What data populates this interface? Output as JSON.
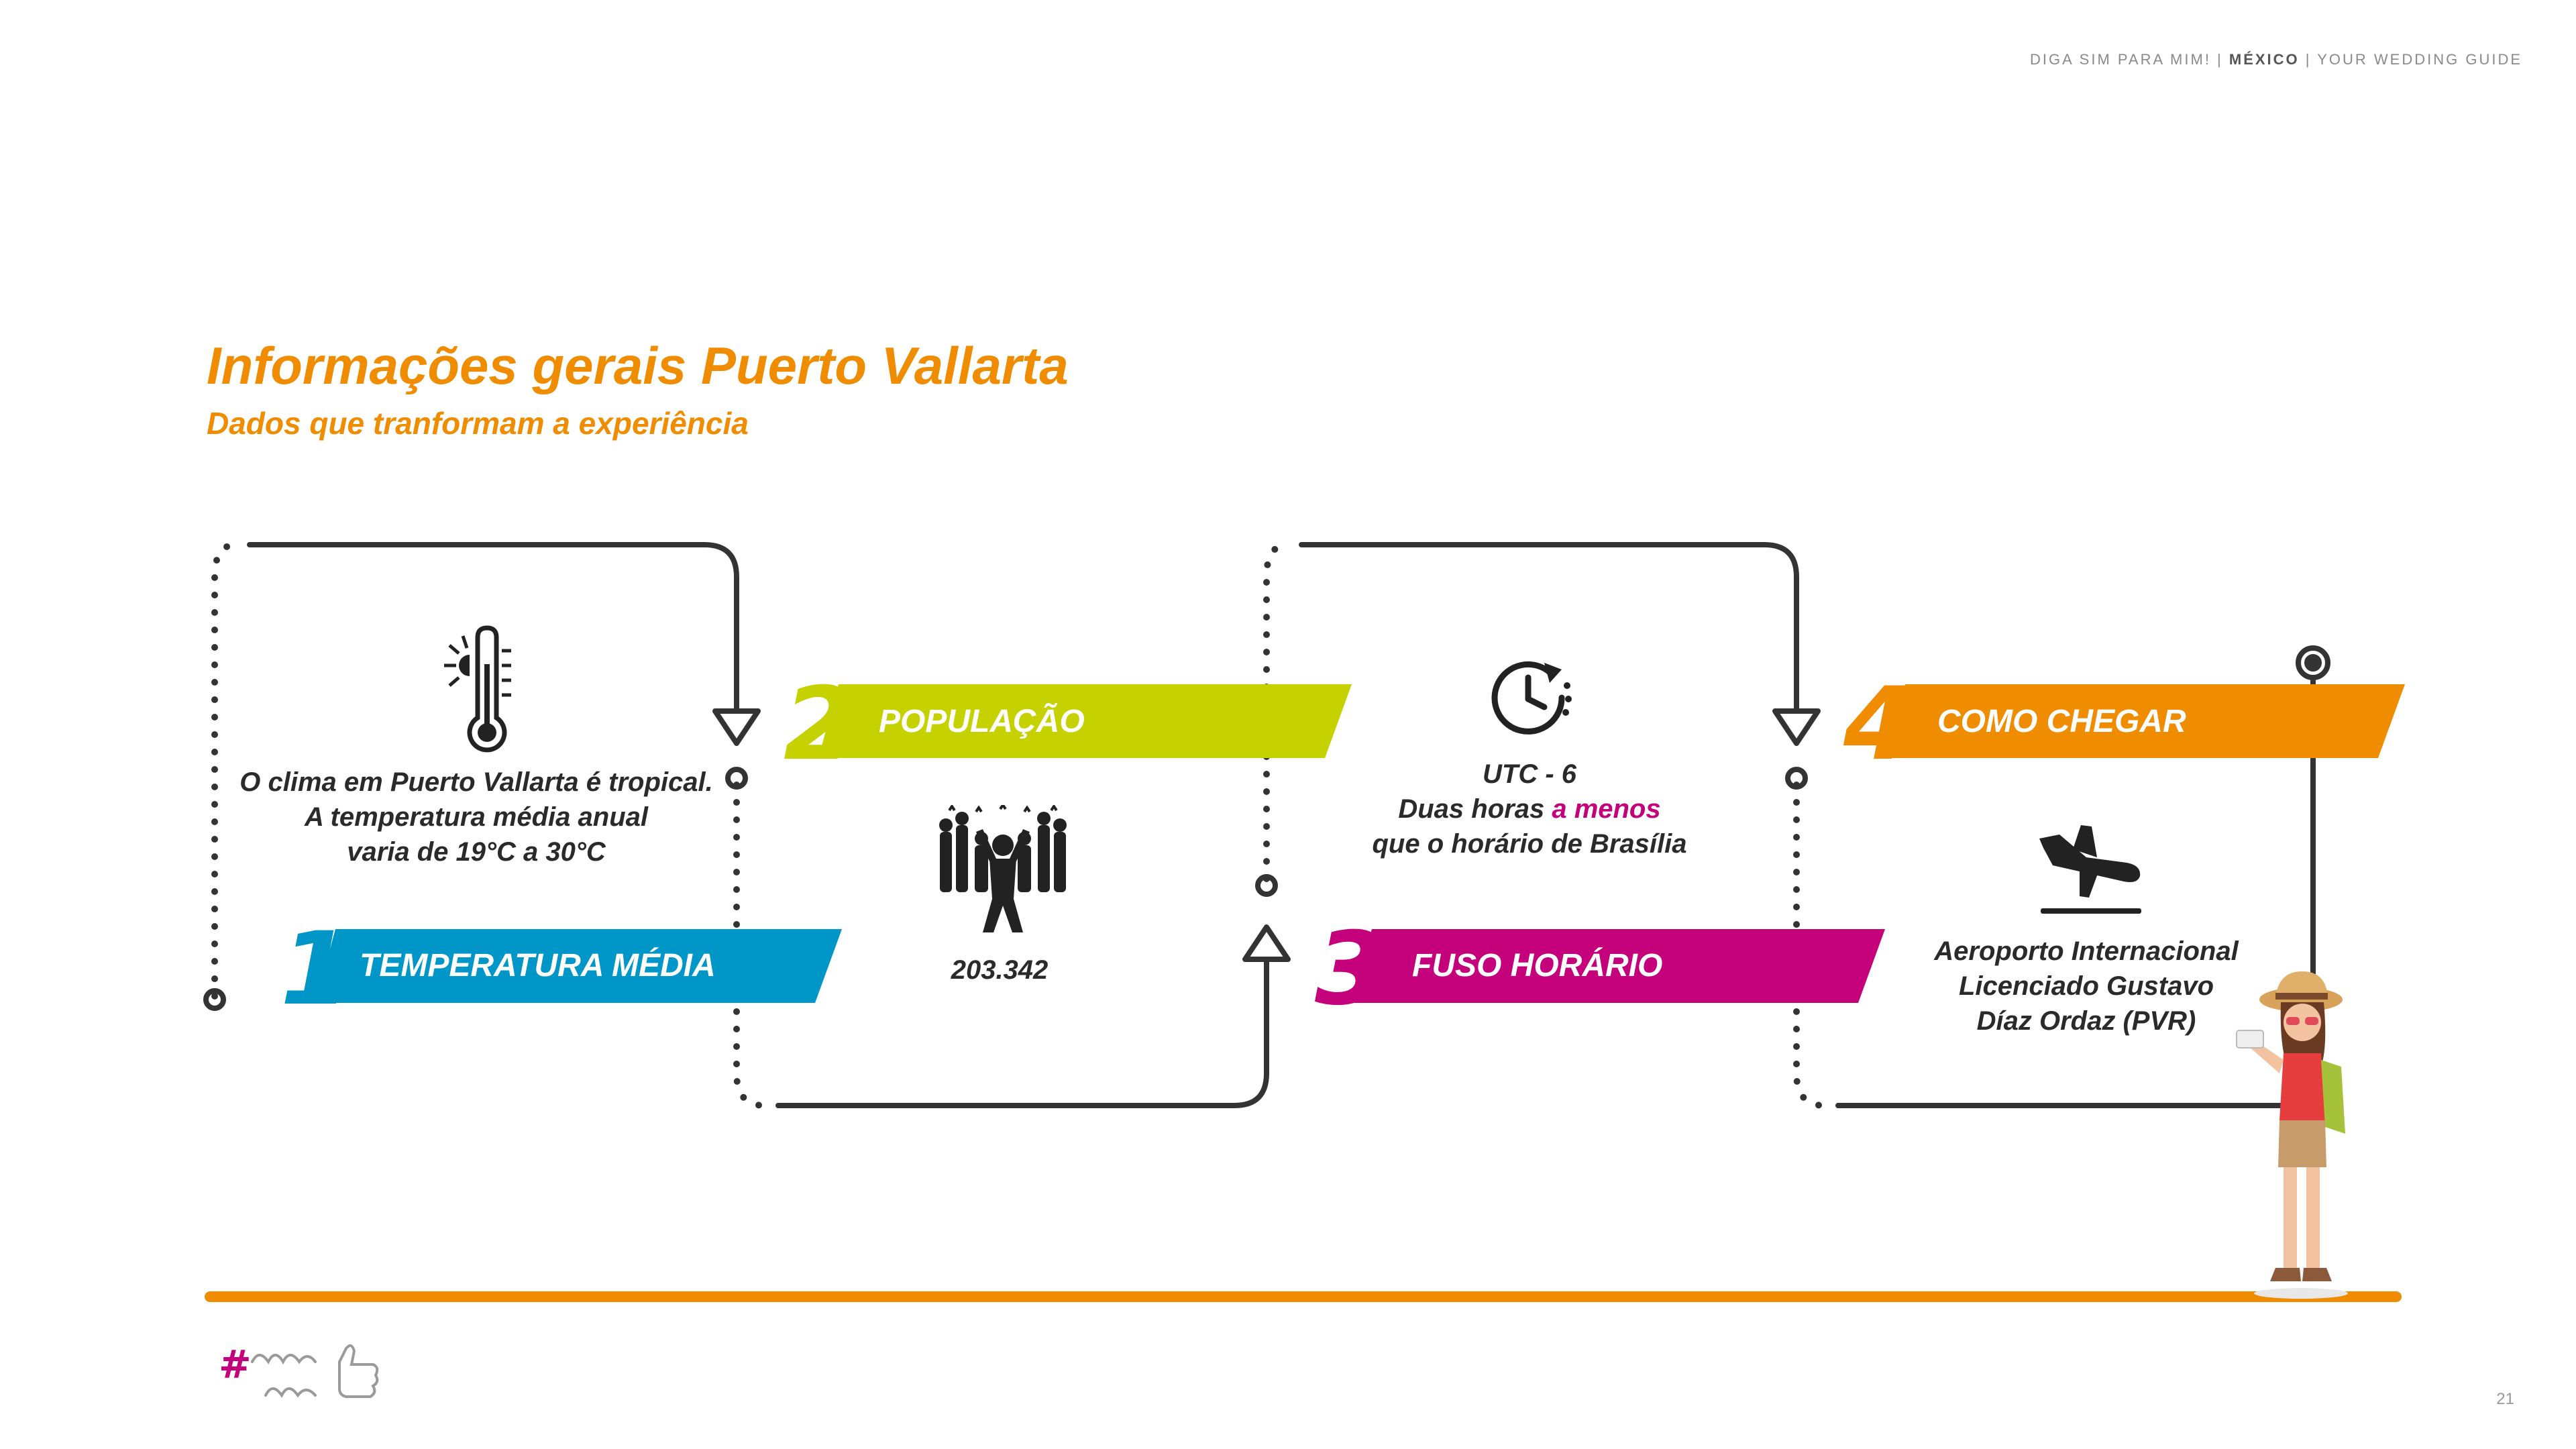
{
  "header": {
    "part1": "DIGA SIM PARA MIM! | ",
    "part2": "MÉXICO",
    "part3": " | YOUR WEDDING GUIDE"
  },
  "title": "Informações gerais Puerto Vallarta",
  "subtitle": "Dados que tranformam a experiência",
  "steps": [
    {
      "number": "1",
      "label": "TEMPERATURA MÉDIA",
      "color": "#0096c8",
      "icon": "thermometer-icon",
      "lines": [
        "O clima em Puerto Vallarta é tropical.",
        "A temperatura média anual",
        "varia de 19°C a 30°C"
      ]
    },
    {
      "number": "2",
      "label": "POPULAÇÃO",
      "color": "#c6d200",
      "icon": "crowd-icon",
      "value": "203.342"
    },
    {
      "number": "3",
      "label": "FUSO HORÁRIO",
      "color": "#c4007a",
      "icon": "clock-icon",
      "line1": "UTC - 6",
      "line2_pre": "Duas horas ",
      "line2_accent": "a menos",
      "line3": "que o horário de Brasília"
    },
    {
      "number": "4",
      "label": "COMO CHEGAR",
      "color": "#f08c00",
      "icon": "airplane-landing-icon",
      "lines": [
        "Aeroporto Internacional",
        "Licenciado Gustavo",
        "Díaz Ordaz (PVR)"
      ]
    }
  ],
  "footer": {
    "page_number": "21",
    "logo_text": "#"
  },
  "colors": {
    "orange": "#f08c00",
    "blue": "#0096c8",
    "green": "#c6d200",
    "magenta": "#c4007a",
    "line": "#333333"
  }
}
